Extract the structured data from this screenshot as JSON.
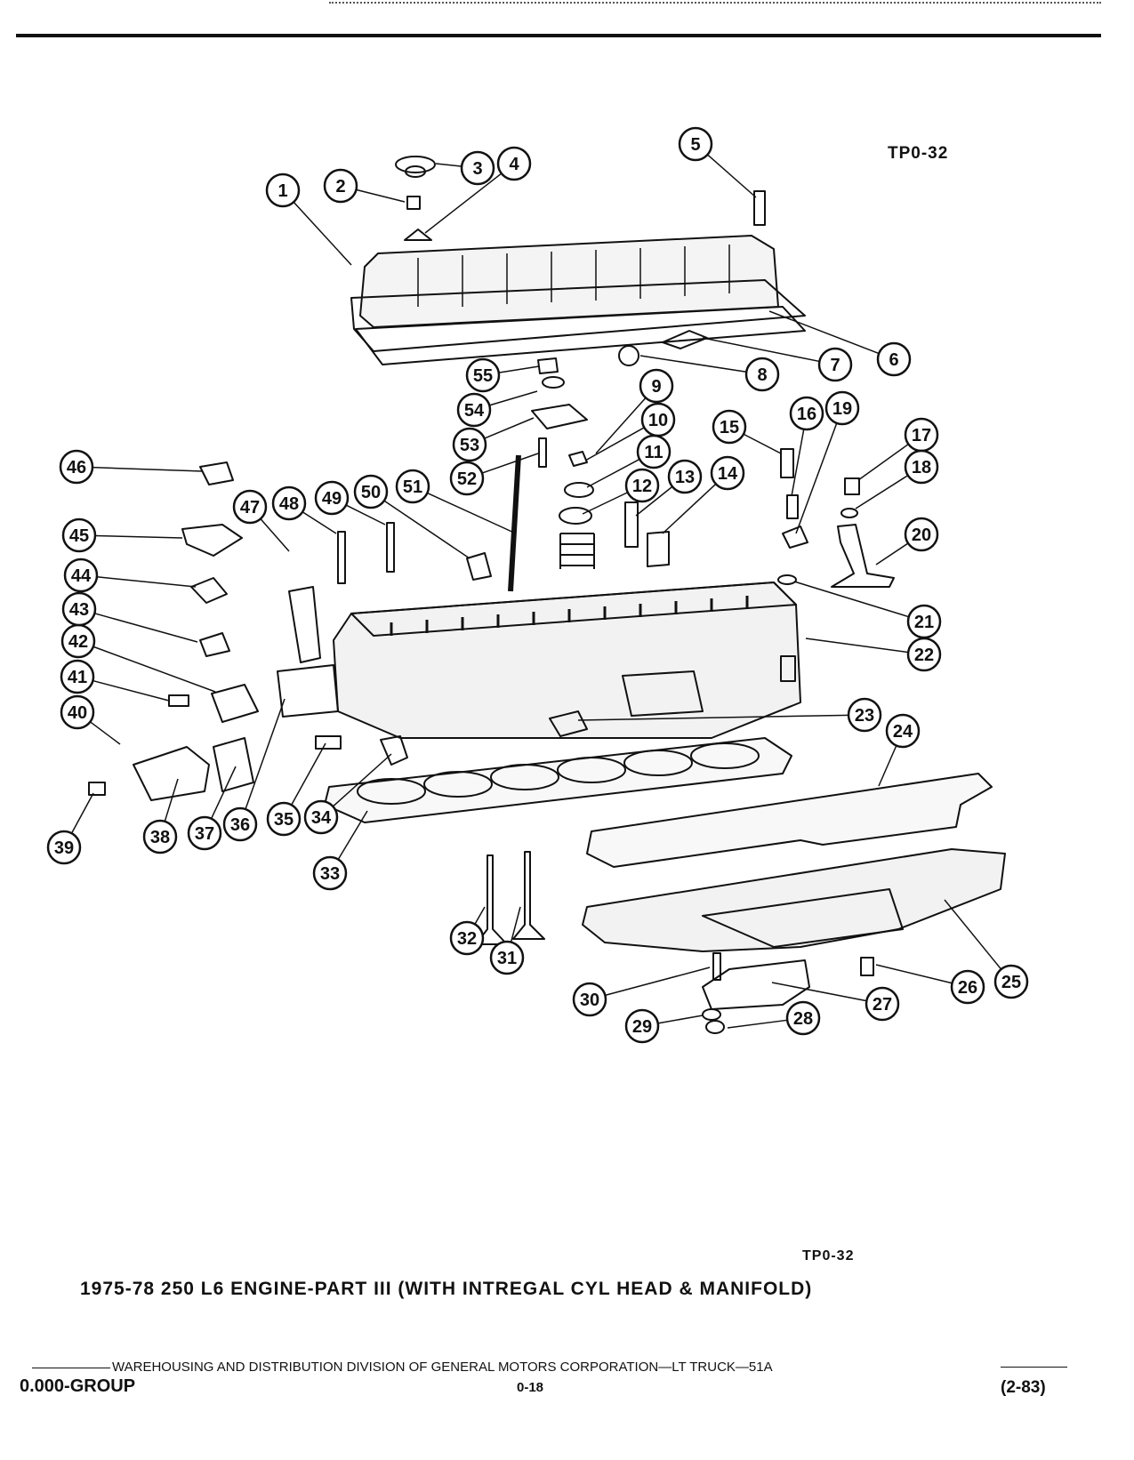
{
  "figure_id": "TP0-32",
  "figure_id_bottom": "TP0-32",
  "title": "1975-78 250 L6 ENGINE-PART III (WITH INTREGAL CYL HEAD & MANIFOLD)",
  "footer": {
    "publisher_line": "WAREHOUSING AND DISTRIBUTION  DIVISION OF GENERAL MOTORS CORPORATION—LT TRUCK—51A",
    "group": "0.000-GROUP",
    "page": "0-18",
    "revision": "(2-83)"
  },
  "callouts": [
    "1",
    "2",
    "3",
    "4",
    "5",
    "6",
    "7",
    "8",
    "9",
    "10",
    "11",
    "12",
    "13",
    "14",
    "15",
    "16",
    "17",
    "18",
    "19",
    "20",
    "21",
    "22",
    "23",
    "24",
    "25",
    "26",
    "27",
    "28",
    "29",
    "30",
    "31",
    "32",
    "33",
    "34",
    "35",
    "36",
    "37",
    "38",
    "39",
    "40",
    "41",
    "42",
    "43",
    "44",
    "45",
    "46",
    "47",
    "48",
    "49",
    "50",
    "51",
    "52",
    "53",
    "54",
    "55"
  ]
}
